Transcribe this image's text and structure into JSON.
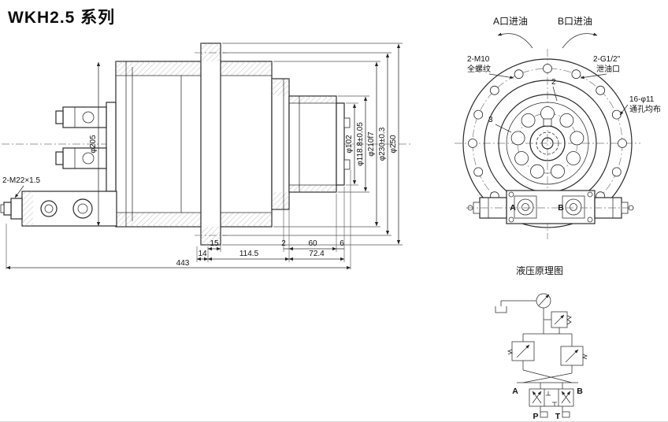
{
  "title": "WKH2.5 系列",
  "side_view": {
    "port_label": "2-M22×1.5",
    "dims": {
      "d205": "φ205",
      "d102": "φ102",
      "d118": "φ118.8±0.05",
      "d210": "φ210f7",
      "d230": "φ230±0.3",
      "d250": "φ250",
      "len15": "15",
      "len14": "14",
      "len114_5": "114.5",
      "len2": "2",
      "len60": "60",
      "len6": "6",
      "len72_4": "72.4",
      "len443": "443"
    }
  },
  "front_view": {
    "inlet_a": "A口进油",
    "inlet_b": "B口进油",
    "thread_label_line1": "2-M10",
    "thread_label_line2": "全螺纹",
    "drain_label_line1": "2-G1/2\"",
    "drain_label_line2": "泄油口",
    "holes_label_line1": "16-φ11",
    "holes_label_line2": "通孔均布",
    "part_2": "2",
    "part_3": "3",
    "port_a": "A",
    "port_b": "B"
  },
  "schematic": {
    "title": "液压原理图",
    "port_a": "A",
    "port_b": "B",
    "port_p": "P",
    "port_t": "T"
  }
}
